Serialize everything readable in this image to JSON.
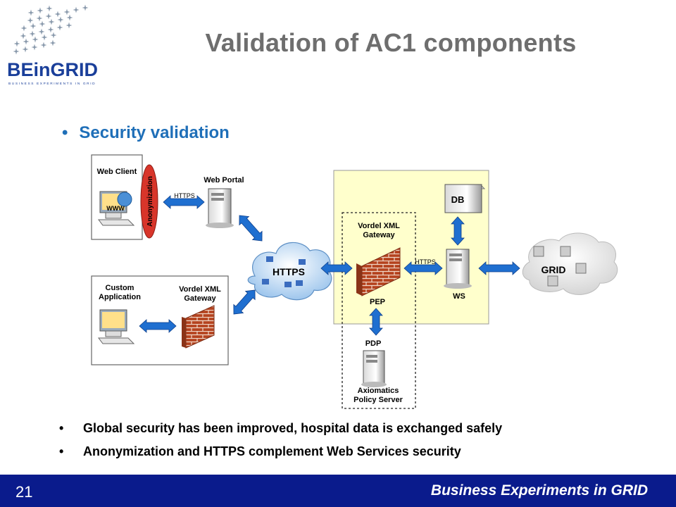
{
  "header": {
    "title": "Validation of AC1 components",
    "logo_text": "BEinGRID",
    "logo_tagline": "BUSINESS EXPERIMENTS IN GRID"
  },
  "section": {
    "bullet_glyph": "•",
    "heading": "Security validation"
  },
  "diagram": {
    "web_client_label": "Web Client",
    "www_label": "WWW",
    "anonymization_label": "Anonymization",
    "https_label": "HTTPS",
    "web_portal_label": "Web Portal",
    "https_cloud_label": "HTTPS",
    "custom_app_label_1": "Custom",
    "custom_app_label_2": "Application",
    "vordel_left_label_1": "Vordel XML",
    "vordel_left_label_2": "Gateway",
    "vordel_center_label_1": "Vordel XML",
    "vordel_center_label_2": "Gateway",
    "pep_label": "PEP",
    "https_ws_label": "HTTPS",
    "ws_label": "WS",
    "db_label": "DB",
    "grid_label": "GRID",
    "pdp_label": "PDP",
    "policy_label_1": "Axiomatics",
    "policy_label_2": "Policy Server",
    "colors": {
      "arrow_blue": "#1f6fd0",
      "yellow_zone": "#ffffcc",
      "brick": "#b5431f",
      "anonymization_red": "#d8352a"
    }
  },
  "bullets": [
    "Global security has been improved, hospital data is exchanged safely",
    "Anonymization and HTTPS complement Web Services security"
  ],
  "footer": {
    "slide_number": "21",
    "text": "Business Experiments in GRID"
  }
}
